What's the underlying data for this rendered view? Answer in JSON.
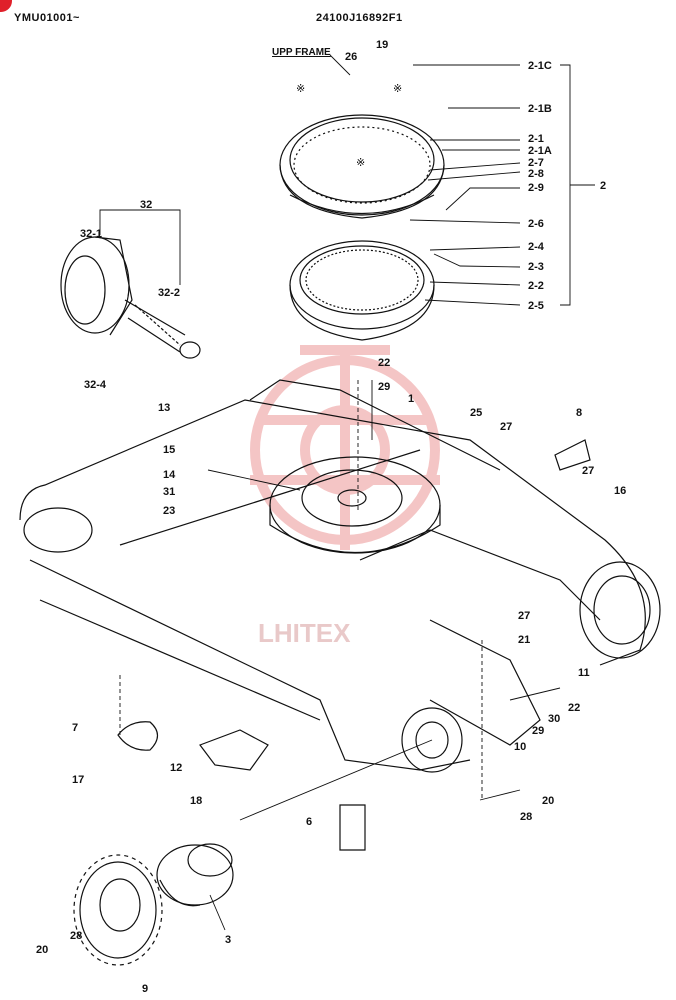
{
  "header": {
    "serial": "YMU01001~",
    "drawing_no": "24100J16892F1"
  },
  "labels": {
    "upp_frame": "UPP FRAME",
    "asterisk": "※",
    "watermark": "LHITEX",
    "p_2": "2",
    "p_2_1c": "2-1C",
    "p_2_1b": "2-1B",
    "p_2_1": "2-1",
    "p_2_1a": "2-1A",
    "p_2_7": "2-7",
    "p_2_8": "2-8",
    "p_2_9": "2-9",
    "p_2_6": "2-6",
    "p_2_4": "2-4",
    "p_2_3": "2-3",
    "p_2_2": "2-2",
    "p_2_5": "2-5",
    "p_26": "26",
    "p_19": "19",
    "p_32": "32",
    "p_32_1": "32-1",
    "p_32_2": "32-2",
    "p_32_4": "32-4",
    "p_13": "13",
    "p_22a": "22",
    "p_29a": "29",
    "p_1": "1",
    "p_25": "25",
    "p_27a": "27",
    "p_8": "8",
    "p_27b": "27",
    "p_16": "16",
    "p_15": "15",
    "p_14": "14",
    "p_31": "31",
    "p_23": "23",
    "p_27c": "27",
    "p_21": "21",
    "p_11": "11",
    "p_22b": "22",
    "p_30": "30",
    "p_29b": "29",
    "p_10": "10",
    "p_7": "7",
    "p_17": "17",
    "p_12": "12",
    "p_18": "18",
    "p_20a": "20",
    "p_28a": "28",
    "p_6": "6",
    "p_3": "3",
    "p_20b": "20",
    "p_28b": "28",
    "p_9": "9"
  },
  "colors": {
    "ink": "#111111",
    "watermark": "#e8a0a0",
    "badge": "#e0202a"
  }
}
